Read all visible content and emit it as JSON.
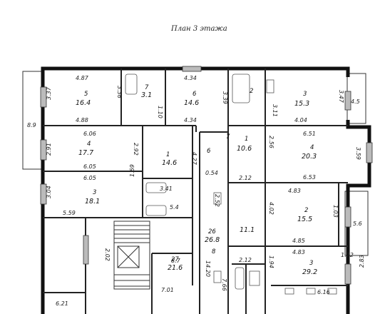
{
  "title": "План 3 этажа",
  "rooms": [
    {
      "number": "5",
      "area": "16.4"
    },
    {
      "number": "7",
      "area": "3.1"
    },
    {
      "number": "6",
      "area": "14.6"
    },
    {
      "number": "2",
      "area": ""
    },
    {
      "number": "3",
      "area": "15.3"
    },
    {
      "number": "4",
      "area": "17.7"
    },
    {
      "number": "1",
      "area": "14.6"
    },
    {
      "number": "1",
      "area": "10.6"
    },
    {
      "number": "4",
      "area": "20.3"
    },
    {
      "number": "3",
      "area": "18.1"
    },
    {
      "number": "26",
      "area": "26.8"
    },
    {
      "number": "",
      "area": "11.1"
    },
    {
      "number": "2",
      "area": "15.5"
    },
    {
      "number": "27",
      "area": "21.6"
    },
    {
      "number": "3",
      "area": "29.2"
    }
  ],
  "corridor_labels": [
    "6",
    "7",
    "8"
  ],
  "dimensions": [
    "4.87",
    "4.88",
    "3.36",
    "1.10",
    "4.34",
    "4.34",
    "3.39",
    "3.11",
    "4.04",
    "3.37",
    "4.5",
    "3.47",
    "8.9",
    "6.06",
    "2.91",
    "2.92",
    "6.05",
    "6.05",
    "3.04",
    "5.59",
    "1.69",
    "3.41",
    "5.4",
    "4.27",
    "0.54",
    "2.12",
    "2.56",
    "6.51",
    "3.59",
    "6.53",
    "4.83",
    "4.02",
    "1.03",
    "5.6",
    "4.85",
    "4.83",
    "2.52",
    "1.72",
    "2.83",
    "2.02",
    "8.7",
    "14.20",
    "7.01",
    "2.12",
    "1.94",
    "7.66",
    "6.16",
    "6.21"
  ]
}
